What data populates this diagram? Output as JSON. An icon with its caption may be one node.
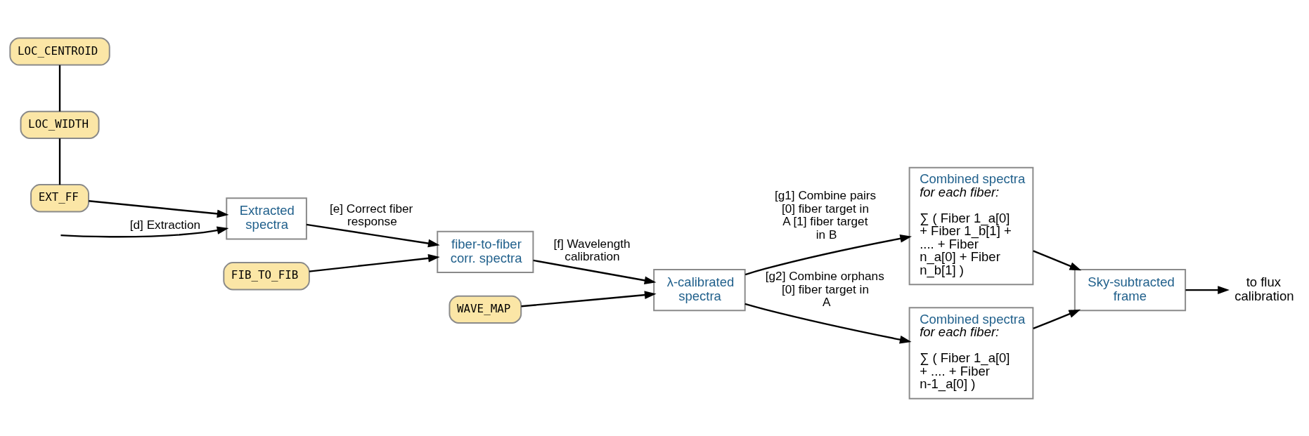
{
  "diagram": {
    "nodes": [
      {
        "text": [
          "LOC_CENTROID"
        ]
      },
      {
        "text": [
          "LOC_WIDTH"
        ]
      },
      {
        "text": [
          "EXT_FF"
        ]
      },
      {
        "text": [
          "Extracted spectra"
        ]
      },
      {
        "text": [
          "FIB_TO_FIB"
        ]
      },
      {
        "text": [
          "fiber-to-fiber corr. spectra"
        ]
      },
      {
        "text": [
          "WAVE_MAP"
        ]
      },
      {
        "text": [
          "λ-calibrated spectra"
        ]
      },
      {
        "text": [
          "Combined spectra",
          "for each fiber:",
          "∑ ( Fiber 1_a[0] + Fiber 1_b[1] + .... + Fiber n_a[0] + Fiber n_b[1] )"
        ]
      },
      {
        "text": [
          "Combined spectra",
          "for each fiber:",
          "∑ ( Fiber 1_a[0] + .... + Fiber n-1_a[0] )"
        ]
      },
      {
        "text": [
          "Sky-subtracted frame"
        ]
      },
      {
        "text": [
          "to flux calibration"
        ]
      }
    ],
    "edges": [
      {
        "from": 0,
        "to": 1,
        "arrow": "none"
      },
      {
        "from": 1,
        "to": 2,
        "arrow": "none"
      },
      {
        "from": 2,
        "to": 3,
        "arrow": "to"
      },
      {
        "from": null,
        "to": 3,
        "arrow": "to",
        "label": "[d] Extraction"
      },
      {
        "from": 4,
        "to": 5,
        "arrow": "to"
      },
      {
        "from": 3,
        "to": 5,
        "arrow": "to",
        "label": "[e] Correct fiber response"
      },
      {
        "from": 6,
        "to": 7,
        "arrow": "to"
      },
      {
        "from": 5,
        "to": 7,
        "arrow": "to",
        "label": "[f] Wavelength calibration"
      },
      {
        "from": 7,
        "to": 8,
        "arrow": "to",
        "label": "[g1] Combine pairs [0] fiber target in A [1] fiber target in B"
      },
      {
        "from": 7,
        "to": 9,
        "arrow": "to",
        "label": "[g2] Combine orphans [0] fiber target in A"
      },
      {
        "from": 8,
        "to": 10,
        "arrow": "to"
      },
      {
        "from": 9,
        "to": 10,
        "arrow": "to"
      },
      {
        "from": 10,
        "to": 11,
        "arrow": "to"
      }
    ]
  }
}
